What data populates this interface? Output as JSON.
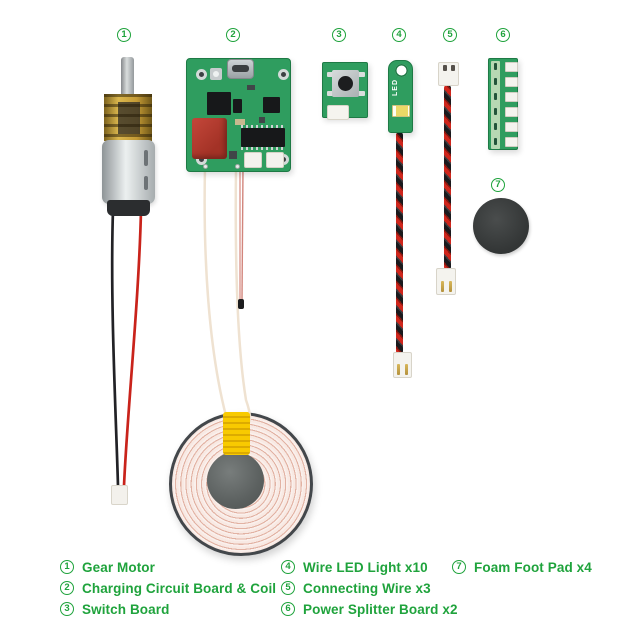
{
  "callouts": [
    "1",
    "2",
    "3",
    "4",
    "5",
    "6",
    "7"
  ],
  "led_board_text": "LED",
  "legend": {
    "columns": [
      {
        "items": [
          {
            "digit": "1",
            "label": "Gear Motor"
          },
          {
            "digit": "2",
            "label": "Charging Circuit Board & Coil"
          },
          {
            "digit": "3",
            "label": "Switch Board"
          }
        ]
      },
      {
        "items": [
          {
            "digit": "4",
            "label": "Wire LED Light x10"
          },
          {
            "digit": "5",
            "label": "Connecting Wire x3"
          },
          {
            "digit": "6",
            "label": "Power Splitter Board x2"
          }
        ]
      },
      {
        "items": [
          {
            "digit": "7",
            "label": "Foam Foot Pad x4"
          }
        ]
      }
    ]
  },
  "colors": {
    "accent_green": "#1fa33c",
    "pcb_green": "#2f9d5f",
    "wire_red": "#cf261c",
    "wire_black": "#1a1a1d",
    "coil_winding": "#f0d8d0",
    "ferrite_gray": "#5c6160",
    "tape_yellow": "#f2c200",
    "foam_dark": "#343737",
    "background": "#ffffff"
  }
}
